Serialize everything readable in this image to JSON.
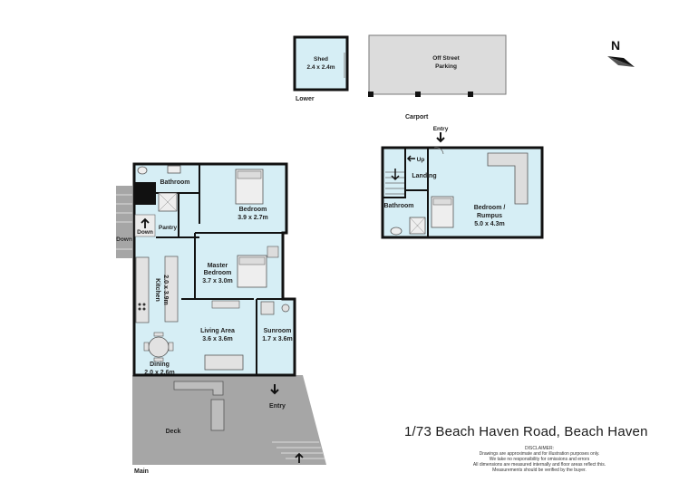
{
  "plan": {
    "compass_label": "N",
    "sections": {
      "lower": "Lower",
      "carport": "Carport",
      "main": "Main"
    },
    "shed": {
      "name": "Shed",
      "size": "2.4 x 2.4m"
    },
    "parking": {
      "line1": "Off Street",
      "line2": "Parking"
    },
    "main_rooms": {
      "bathroom": "Bathroom",
      "bedroom": {
        "name": "Bedroom",
        "size": "3.9 x 2.7m"
      },
      "pantry": "Pantry",
      "down_inner": "Down",
      "down_outer": "Down",
      "master_bedroom": {
        "line1": "Master",
        "line2": "Bedroom",
        "size": "3.7 x 3.0m"
      },
      "kitchen": {
        "name": "Kitchen",
        "size": "2.0 x 3.9m"
      },
      "living": {
        "name": "Living Area",
        "size": "3.6 x 3.6m"
      },
      "sunroom": {
        "name": "Sunroom",
        "size": "1.7 x 3.6m"
      },
      "dining": {
        "name": "Dining",
        "size": "2.0 x 2.6m"
      },
      "entry": "Entry",
      "deck": "Deck"
    },
    "upper_rooms": {
      "entry": "Entry",
      "up": "Up",
      "landing": "Landing",
      "bathroom": "Bathroom",
      "rumpus": {
        "line1": "Bedroom /",
        "line2": "Rumpus",
        "size": "5.0 x 4.3m"
      }
    },
    "address": "1/73 Beach Haven Road, Beach Haven",
    "disclaimer": {
      "title": "DISCLAIMER:",
      "line1": "Drawings are approximate and for illustration purposes only.",
      "line2": "We take no responsibility for omissions and errors",
      "line3": "All dimensions are measured internally and floor areas reflect this.",
      "line4": "Measurements should be verified by the buyer."
    },
    "colors": {
      "room_fill": "#d6eef5",
      "wall": "#111111",
      "deck": "#a6a6a6",
      "carport": "#dcdcdc"
    }
  }
}
